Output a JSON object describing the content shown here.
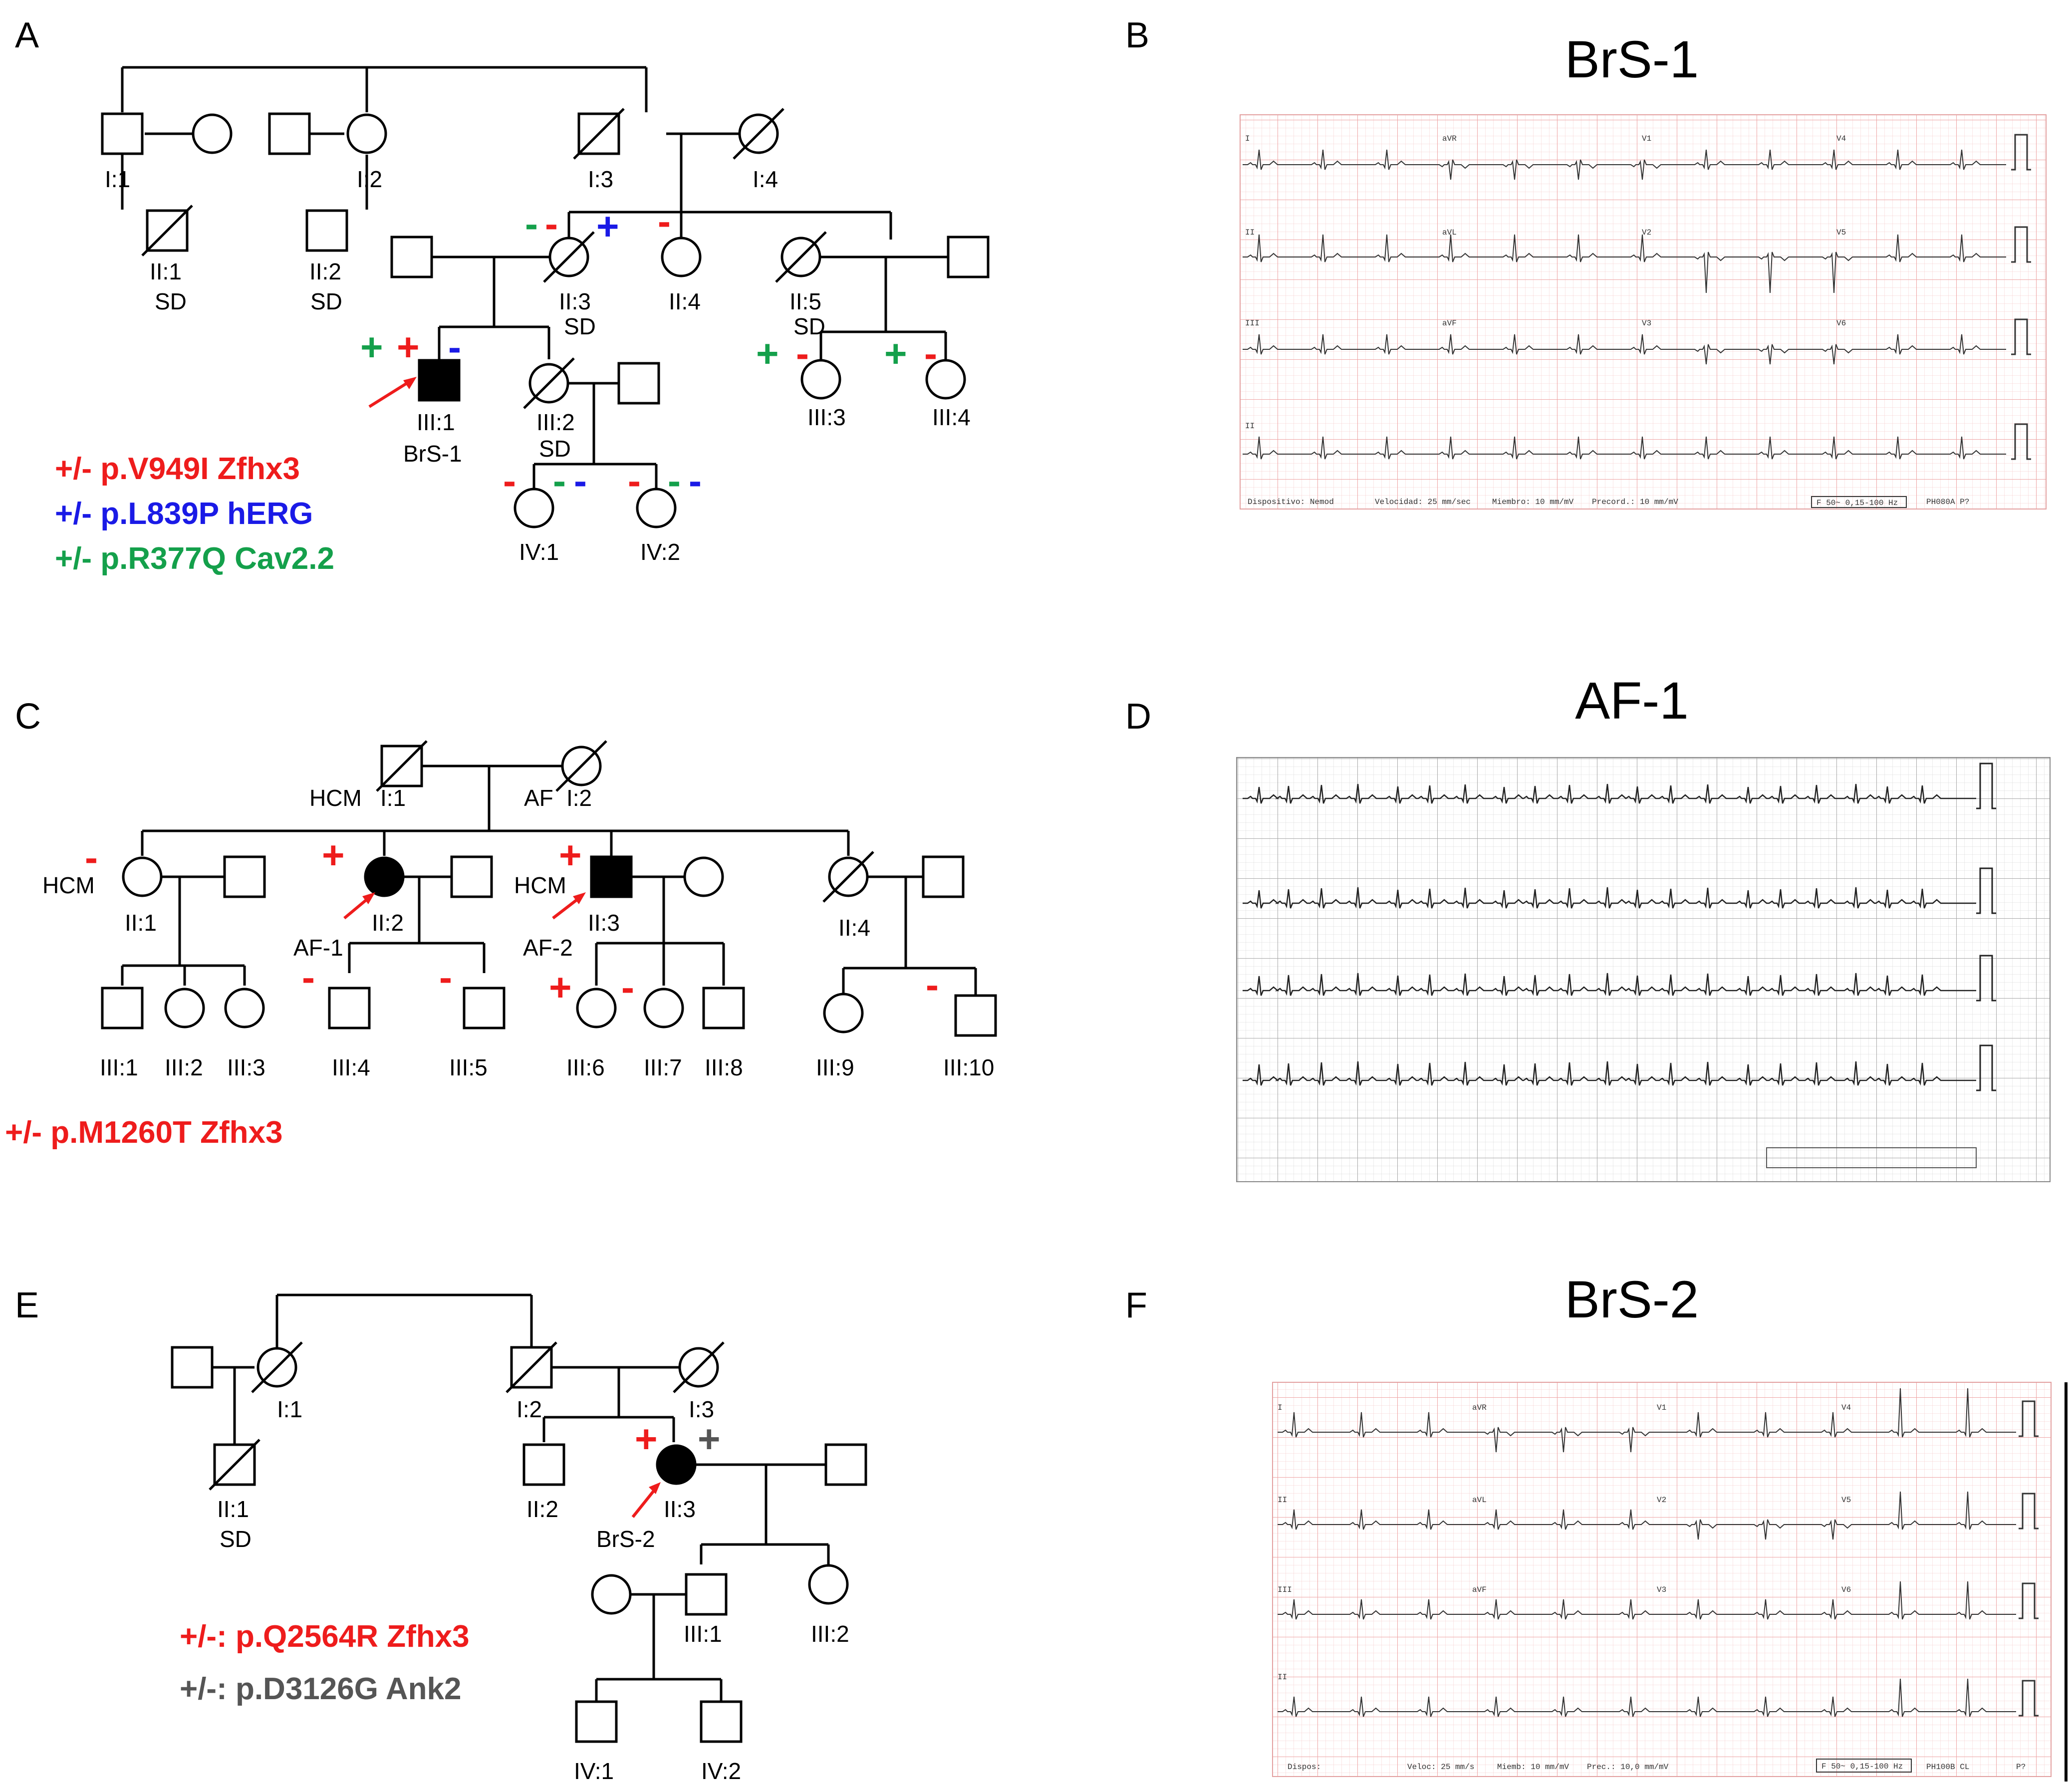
{
  "colors": {
    "red": "#ee1c1c",
    "blue": "#1a1ae6",
    "green": "#14a04b",
    "gray": "#555555",
    "ecg_pink_bg": "#fdf1f1",
    "ecg_pink_grid": "#f2b8b8"
  },
  "panels": {
    "A": "A",
    "B": "B",
    "C": "C",
    "D": "D",
    "E": "E",
    "F": "F"
  },
  "ecg_titles": {
    "B": "BrS-1",
    "D": "AF-1",
    "F": "BrS-2"
  },
  "ecg_leads": [
    "I",
    "aVR",
    "V1",
    "V4",
    "II",
    "aVL",
    "V2",
    "V5",
    "III",
    "aVF",
    "V3",
    "V6",
    "II"
  ],
  "ecg_b_footer": {
    "device": "Dispositivo: Nemod",
    "speed": "Velocidad: 25 mm/sec",
    "limb": "Miembro: 10 mm/mV",
    "precord": "Precord.: 10 mm/mV",
    "filter": "F 50~ 0,15-100 Hz",
    "code": "PH080A P?"
  },
  "ecg_f_footer": {
    "device": "Dispos:",
    "speed": "Veloc: 25 mm/s",
    "limb": "Miemb: 10 mm/mV",
    "precord": "Prec.: 10,0 mm/mV",
    "filter": "F 50~ 0,15-100 Hz",
    "code": "PH100B  CL",
    "extra": "P?"
  },
  "pedigree_a": {
    "labels": {
      "i1": "I:1",
      "i2": "I:2",
      "i3": "I:3",
      "i4": "I:4",
      "ii1": "II:1",
      "ii2": "II:2",
      "ii3": "II:3",
      "ii4": "II:4",
      "ii5": "II:5",
      "iii1": "III:1",
      "iii2": "III:2",
      "iii3": "III:3",
      "iii4": "III:4",
      "iv1": "IV:1",
      "iv2": "IV:2"
    },
    "sd": "SD",
    "proband": "BrS-1",
    "legend": [
      {
        "text": "+/- p.V949I Zfhx3",
        "color": "red"
      },
      {
        "text": "+/- p.L839P hERG",
        "color": "blue"
      },
      {
        "text": "+/- p.R377Q Cav2.2",
        "color": "green"
      }
    ]
  },
  "pedigree_c": {
    "labels": {
      "i1": "I:1",
      "i2": "I:2",
      "ii1": "II:1",
      "ii2": "II:2",
      "ii3": "II:3",
      "ii4": "II:4",
      "iii1": "III:1",
      "iii2": "III:2",
      "iii3": "III:3",
      "iii4": "III:4",
      "iii5": "III:5",
      "iii6": "III:6",
      "iii7": "III:7",
      "iii8": "III:8",
      "iii9": "III:9",
      "iii10": "III:10"
    },
    "hcm": "HCM",
    "af": "AF",
    "proband1": "AF-1",
    "proband2": "AF-2",
    "legend": [
      {
        "text": "+/- p.M1260T Zfhx3",
        "color": "red"
      }
    ]
  },
  "pedigree_e": {
    "labels": {
      "i1": "I:1",
      "i2": "I:2",
      "i3": "I:3",
      "ii1": "II:1",
      "ii2": "II:2",
      "ii3": "II:3",
      "iii1": "III:1",
      "iii2": "III:2",
      "iv1": "IV:1",
      "iv2": "IV:2"
    },
    "sd": "SD",
    "proband": "BrS-2",
    "legend": [
      {
        "text": "+/-: p.Q2564R Zfhx3",
        "color": "red"
      },
      {
        "text": "+/-: p.D3126G Ank2",
        "color": "gray"
      }
    ]
  },
  "signs": {
    "plus": "+",
    "minus": "-"
  }
}
